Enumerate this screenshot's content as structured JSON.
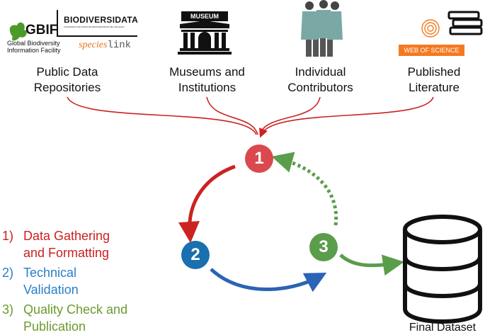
{
  "sources": [
    {
      "id": "repositories",
      "label_line1": "Public Data",
      "label_line2": "Repositories"
    },
    {
      "id": "museums",
      "label_line1": "Museums and",
      "label_line2": "Institutions"
    },
    {
      "id": "contributors",
      "label_line1": "Individual",
      "label_line2": "Contributors"
    },
    {
      "id": "literature",
      "label_line1": "Published",
      "label_line2": "Literature"
    }
  ],
  "logos": {
    "gbif_name": "GBIF",
    "gbif_line1": "Global Biodiversity",
    "gbif_line2": "Information Facility",
    "biodiversidata_name": "BIODIVERSIDATA",
    "biodiversidata_sub": "CONSORCIO DE DATOS DE BIODIVERSIDAD DEL URUGUAY",
    "specieslink_a": "species",
    "specieslink_b": "link",
    "museum_sign": "MUSEUM",
    "wos_text": "WEB OF SCIENCE"
  },
  "steps": [
    {
      "number": "1",
      "color": "#d9494e"
    },
    {
      "number": "2",
      "color": "#1a6fae"
    },
    {
      "number": "3",
      "color": "#5a9d4a"
    }
  ],
  "legend": [
    {
      "marker": "1)",
      "line1": "Data Gathering",
      "line2": "and Formatting",
      "color": "#cc1f1f"
    },
    {
      "marker": "2)",
      "line1": "Technical",
      "line2": "Validation",
      "color": "#2a7fc9"
    },
    {
      "marker": "3)",
      "line1": "Quality Check and",
      "line2": "Publication",
      "color": "#6a9b2e"
    }
  ],
  "output": {
    "label": "Final Dataset"
  },
  "colors": {
    "red_arrow": "#cc2222",
    "blue_arrow": "#2b63b5",
    "green_arrow": "#5a9d4a",
    "wos_bg": "#f47a20"
  }
}
